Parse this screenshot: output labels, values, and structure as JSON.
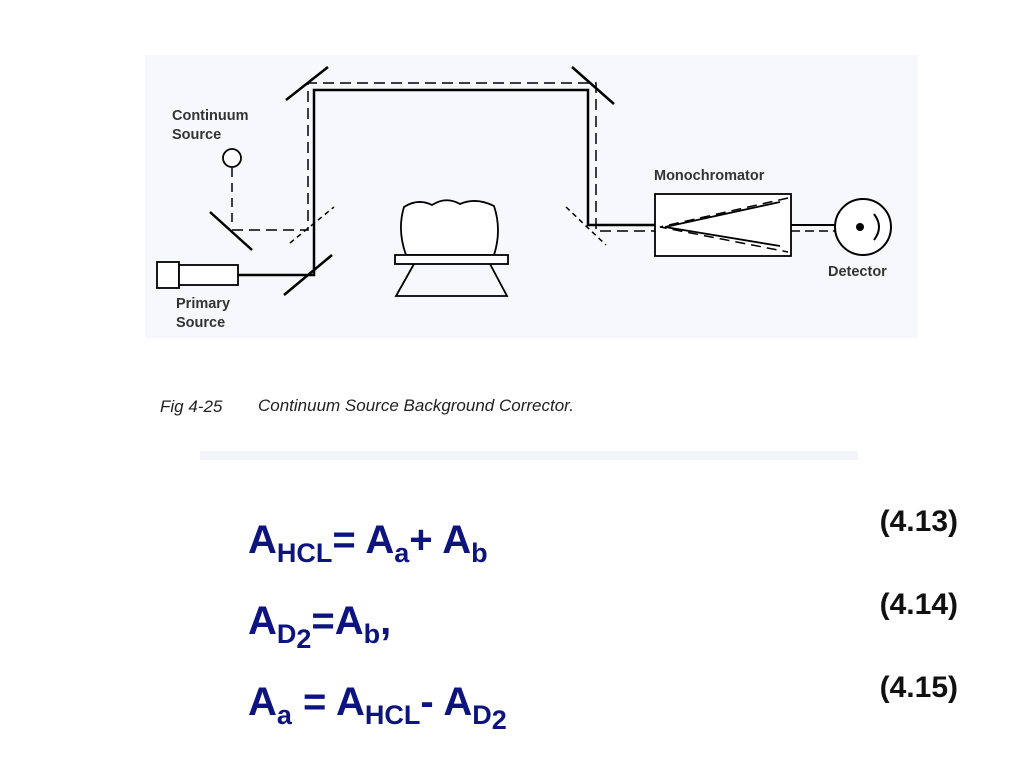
{
  "diagram": {
    "labels": {
      "continuum_source": [
        "Continuum",
        "Source"
      ],
      "primary_source": [
        "Primary",
        "Source"
      ],
      "monochromator": "Monochromator",
      "detector": "Detector"
    },
    "caption": {
      "number": "Fig 4-25",
      "text": "Continuum Source Background Corrector."
    }
  },
  "equations": [
    {
      "parts": [
        {
          "text": "A",
          "sub": false
        },
        {
          "text": "HCL",
          "sub": true
        },
        {
          "text": "= A",
          "sub": false
        },
        {
          "text": "a",
          "sub": true
        },
        {
          "text": "+ A",
          "sub": false
        },
        {
          "text": "b",
          "sub": true
        }
      ],
      "number": "(4.13)"
    },
    {
      "parts": [
        {
          "text": "A",
          "sub": false
        },
        {
          "text": "D",
          "sub": true
        },
        {
          "text": "2",
          "sub": true,
          "deep": true
        },
        {
          "text": "=A",
          "sub": false
        },
        {
          "text": "b",
          "sub": true
        },
        {
          "text": ",",
          "sub": false
        }
      ],
      "number": "(4.14)"
    },
    {
      "parts": [
        {
          "text": "A",
          "sub": false
        },
        {
          "text": "a",
          "sub": true
        },
        {
          "text": " = A",
          "sub": false
        },
        {
          "text": "HCL",
          "sub": true
        },
        {
          "text": "- A",
          "sub": false
        },
        {
          "text": "D",
          "sub": true
        },
        {
          "text": "2",
          "sub": true,
          "deep": true
        }
      ],
      "number": "(4.15)"
    }
  ],
  "colors": {
    "equation_text": "#0d1480",
    "diagram_panel": "#f7f8fb"
  }
}
